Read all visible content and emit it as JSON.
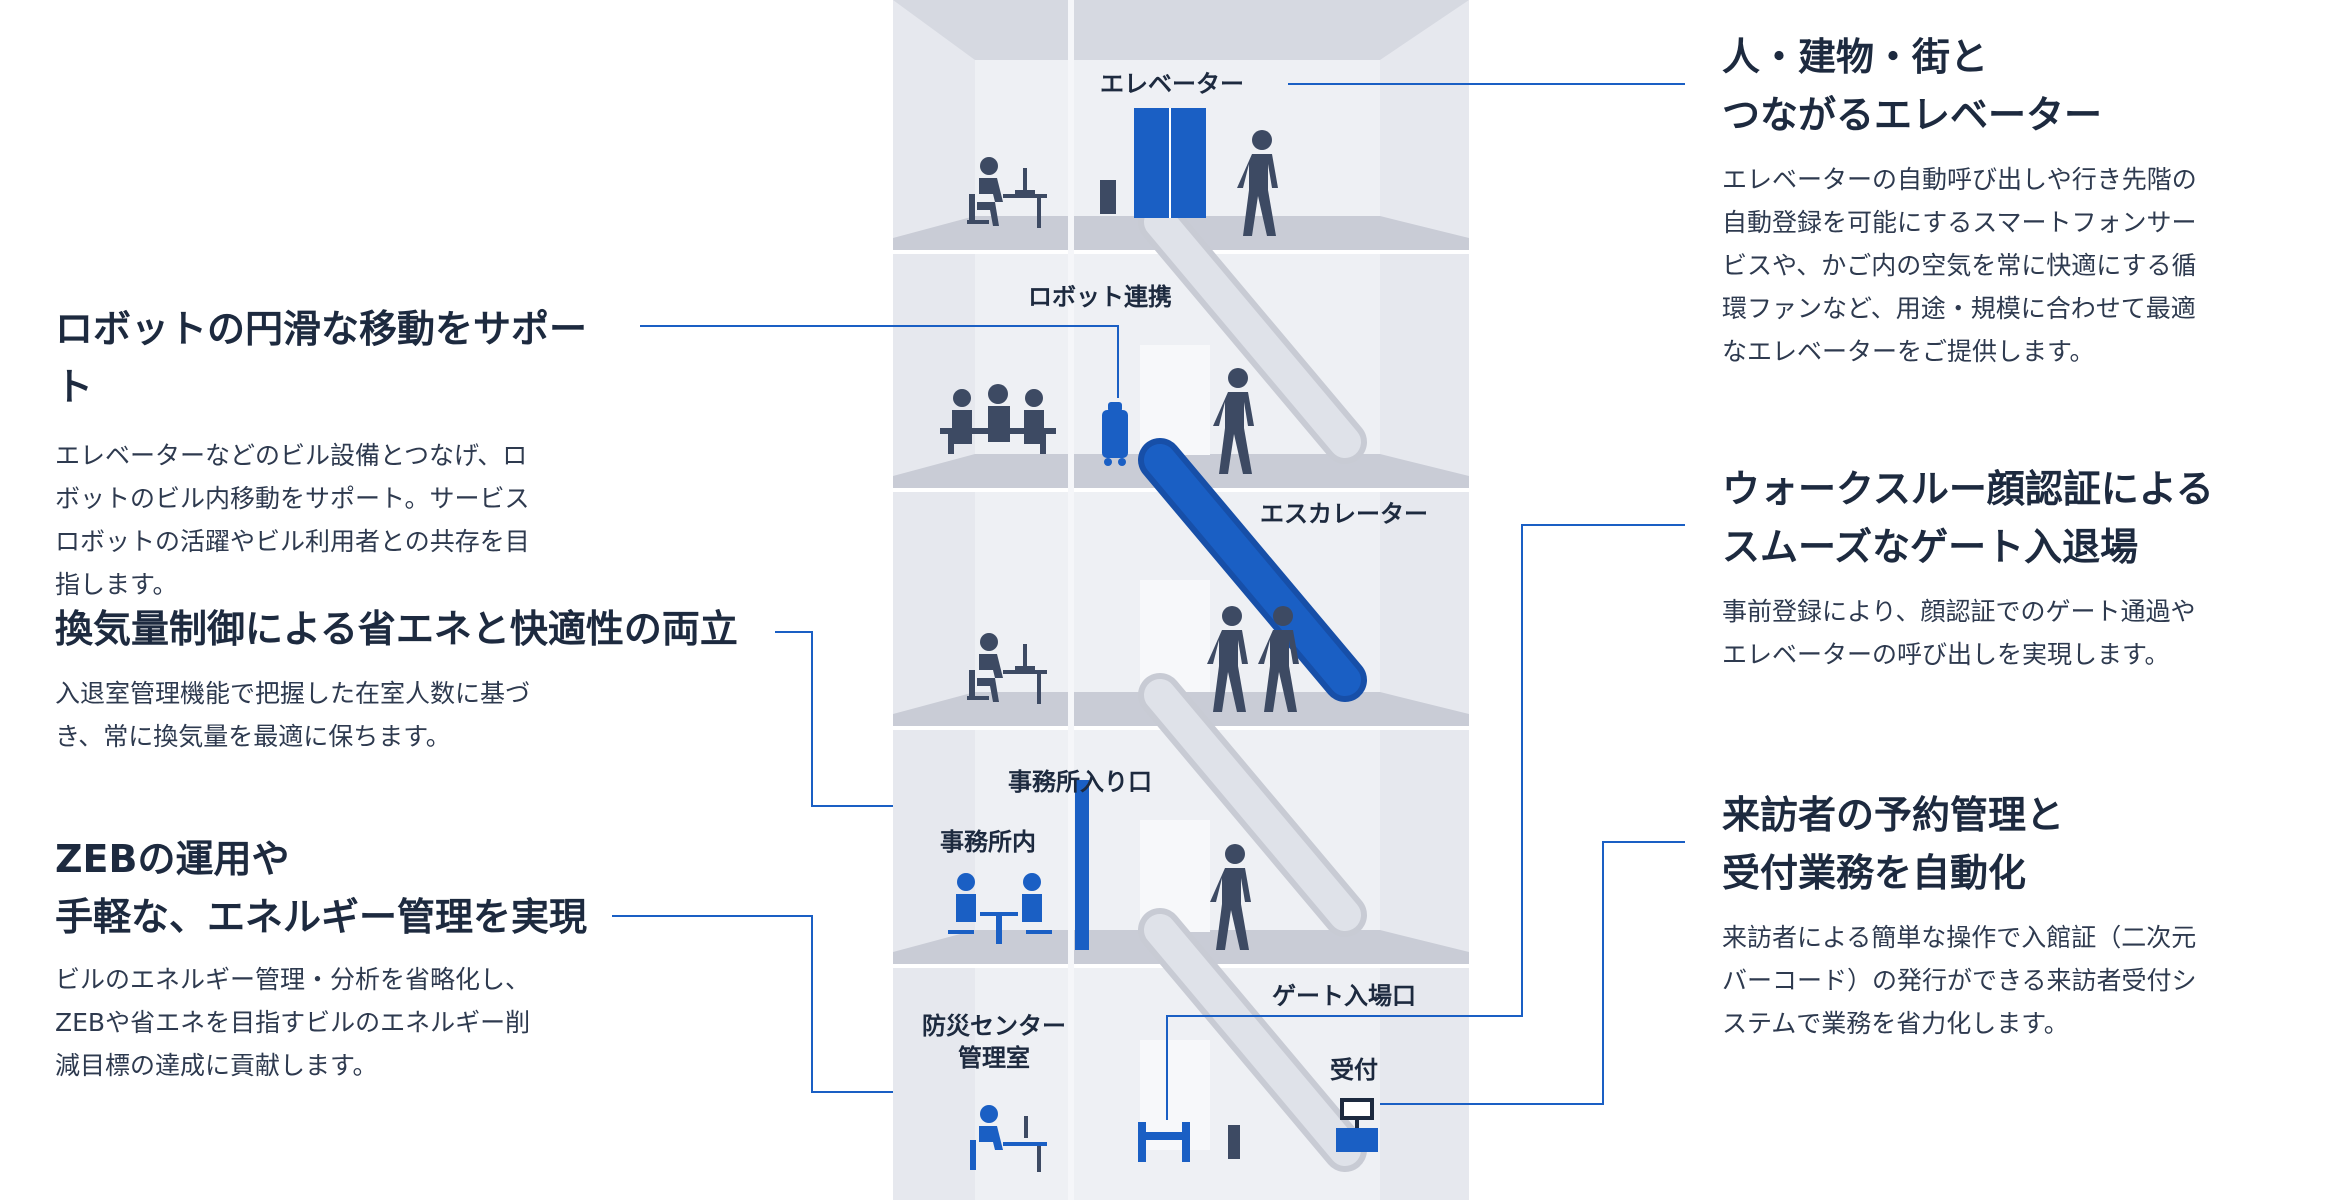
{
  "left_sections": [
    {
      "id": "robot",
      "heading": [
        "ロボットの円滑な移動をサポート"
      ],
      "body": [
        "エレベーターなどのビル設備とつなげ、ロ",
        "ボットのビル内移動をサポート。サービス",
        "ロボットの活躍やビル利用者との共存を目",
        "指します。"
      ]
    },
    {
      "id": "ventilation",
      "heading": [
        "換気量制御による省エネと快適性の両立"
      ],
      "body": [
        "入退室管理機能で把握した在室人数に基づ",
        "き、常に換気量を最適に保ちます。"
      ]
    },
    {
      "id": "zeb",
      "heading": [
        "ZEBの運用や",
        "手軽な、エネルギー管理を実現"
      ],
      "body": [
        "ビルのエネルギー管理・分析を省略化し、",
        "ZEBや省エネを目指すビルのエネルギー削",
        "減目標の達成に貢献します。"
      ]
    }
  ],
  "right_sections": [
    {
      "id": "elevator",
      "heading": [
        "人・建物・街と",
        "つながるエレベーター"
      ],
      "body": [
        "エレベーターの自動呼び出しや行き先階の",
        "自動登録を可能にするスマートフォンサー",
        "ビスや、かご内の空気を常に快適にする循",
        "環ファンなど、用途・規模に合わせて最適",
        "なエレベーターをご提供します。"
      ]
    },
    {
      "id": "gate",
      "heading": [
        "ウォークスルー顔認証による",
        "スムーズなゲート入退場"
      ],
      "body": [
        "事前登録により、顔認証でのゲート通過や",
        "エレベーターの呼び出しを実現します。"
      ]
    },
    {
      "id": "visitor",
      "heading": [
        "来訪者の予約管理と",
        "受付業務を自動化"
      ],
      "body": [
        "来訪者による簡単な操作で入館証（二次元",
        "バーコード）の発行ができる来訪者受付シ",
        "ステムで業務を省力化します。"
      ]
    }
  ],
  "building_labels": {
    "elevator": "エレベーター",
    "robot_link": "ロボット連携",
    "escalator": "エスカレーター",
    "office_entrance": "事務所入り口",
    "office_inside": "事務所内",
    "gate_entrance": "ゲート入場口",
    "disaster_center": [
      "防災センター",
      "管理室"
    ],
    "reception": "受付"
  },
  "colors": {
    "accent": "#1a5fc4",
    "figure": "#3d4a63",
    "building": "#e6e8ee",
    "floor": "#c9ccd6",
    "text": "#1d2a3f"
  }
}
